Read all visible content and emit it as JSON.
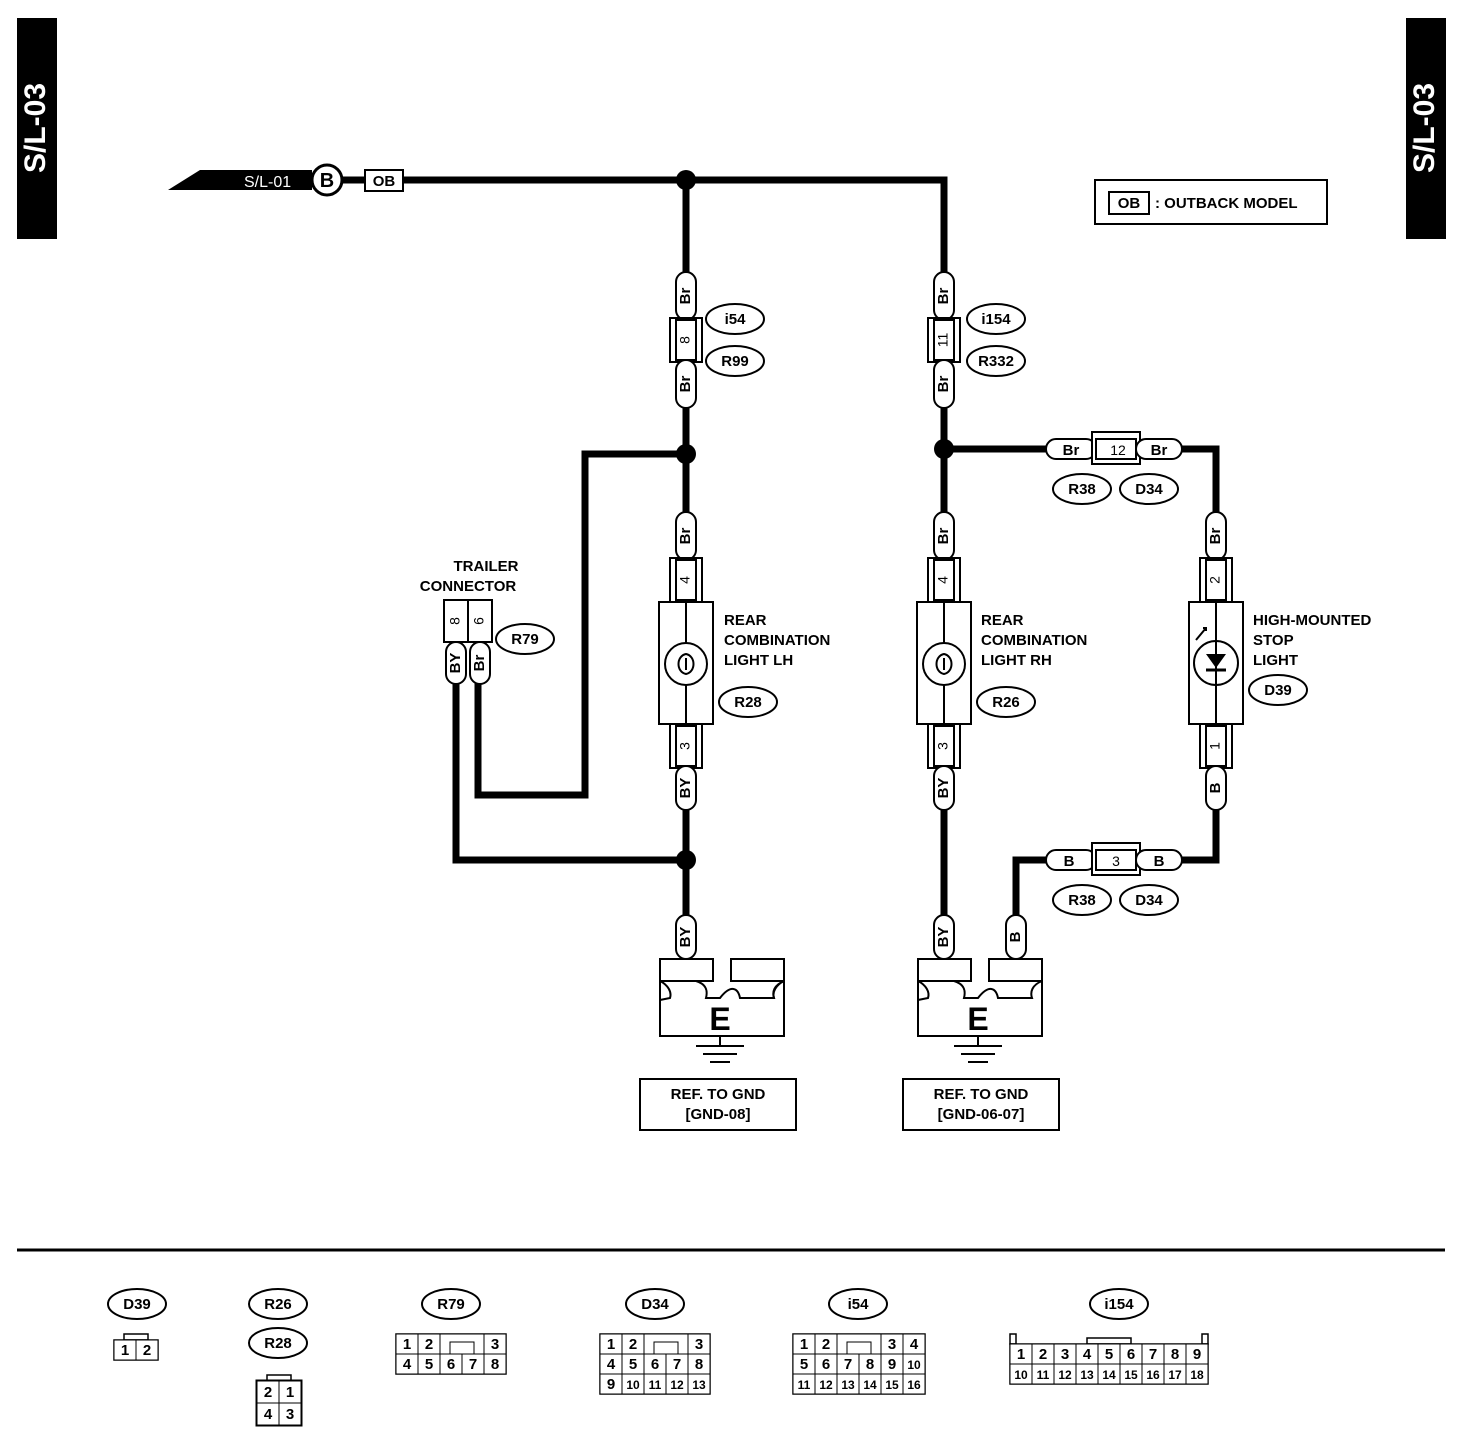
{
  "page": {
    "tag_left": "S/L-03",
    "tag_right": "S/L-03"
  },
  "legend": {
    "box": "OB",
    "text": ": OUTBACK MODEL"
  },
  "source": {
    "label": "S/L-01",
    "circle": "B",
    "box": "OB"
  },
  "wires": {
    "br": "Br",
    "by": "BY",
    "b": "B"
  },
  "connectors": {
    "i54": "i54",
    "r99": "R99",
    "i154": "i154",
    "r332": "R332",
    "r38": "R38",
    "d34": "D34",
    "r79": "R79",
    "r28": "R28",
    "r26": "R26",
    "d39": "D39"
  },
  "pins": {
    "p8": "8",
    "p11": "11",
    "p12": "12",
    "p4": "4",
    "p3": "3",
    "p2": "2",
    "p1": "1",
    "p6": "6"
  },
  "components": {
    "trailer": [
      "TRAILER",
      "CONNECTOR"
    ],
    "rear_lh": [
      "REAR",
      "COMBINATION",
      "LIGHT LH"
    ],
    "rear_rh": [
      "REAR",
      "COMBINATION",
      "LIGHT RH"
    ],
    "hmsl": [
      "HIGH-MOUNTED",
      "STOP",
      "LIGHT"
    ]
  },
  "grounds": {
    "e": "E",
    "lh": [
      "REF. TO GND",
      "[GND-08]"
    ],
    "rh": [
      "REF. TO GND",
      "[GND-06-07]"
    ]
  },
  "connector_views": {
    "d39": {
      "label": "D39",
      "rows": [
        [
          "1",
          "2"
        ]
      ]
    },
    "r26_r28": {
      "labels": [
        "R26",
        "R28"
      ],
      "rows": [
        [
          "2",
          "1"
        ],
        [
          "4",
          "3"
        ]
      ]
    },
    "r79": {
      "label": "R79",
      "rows": [
        [
          "1",
          "2",
          "",
          "3"
        ],
        [
          "4",
          "5",
          "6",
          "7",
          "8"
        ]
      ]
    },
    "d34": {
      "label": "D34",
      "rows": [
        [
          "1",
          "2",
          "",
          "3"
        ],
        [
          "4",
          "5",
          "6",
          "7",
          "8"
        ],
        [
          "9",
          "10",
          "11",
          "12",
          "13"
        ]
      ]
    },
    "i54": {
      "label": "i54",
      "rows": [
        [
          "1",
          "2",
          "",
          "3",
          "4"
        ],
        [
          "5",
          "6",
          "7",
          "8",
          "9",
          "10"
        ],
        [
          "11",
          "12",
          "13",
          "14",
          "15",
          "16"
        ]
      ]
    },
    "i154": {
      "label": "i154",
      "rows": [
        [
          "1",
          "2",
          "3",
          "4",
          "5",
          "6",
          "7",
          "8",
          "9"
        ],
        [
          "10",
          "11",
          "12",
          "13",
          "14",
          "15",
          "16",
          "17",
          "18"
        ]
      ]
    }
  }
}
